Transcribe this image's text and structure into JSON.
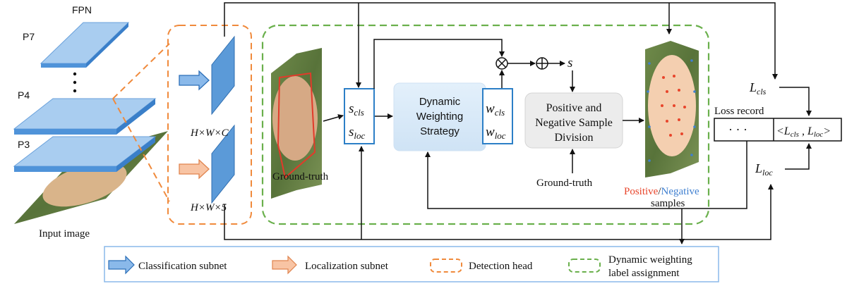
{
  "fpn": {
    "title": "FPN",
    "p7": "P7",
    "p4": "P4",
    "p3": "P3",
    "dots": "⋮"
  },
  "input_image_label": "Input image",
  "head": {
    "cls_shape": "H×W×C",
    "loc_shape": "H×W×5"
  },
  "ground_truth_img_label": "Ground-truth",
  "scores": {
    "s_base": "s",
    "cls_sub": "cls",
    "loc_sub": "loc"
  },
  "weights": {
    "w_base": "w",
    "cls_sub": "cls",
    "loc_sub": "loc"
  },
  "dynamic_box": {
    "line1": "Dynamic",
    "line2": "Weighting",
    "line3": "Strategy"
  },
  "division_box": {
    "line1": "Positive and",
    "line2": "Negative Sample",
    "line3": "Division"
  },
  "ops": {
    "multiply": "⊗",
    "add": "⊕",
    "s_label": "s"
  },
  "ground_truth_label": "Ground-truth",
  "samples": {
    "positive": "Positive",
    "slash": "/",
    "negative": "Negative",
    "samples": "samples"
  },
  "loss": {
    "record_title": "Loss record",
    "dots": "· · ·",
    "pair_left": "<L",
    "cls": "cls",
    "comma": " , L",
    "loc": "loc",
    "pair_right": ">",
    "l_base": "L"
  },
  "legend": {
    "classification": "Classification subnet",
    "localization": "Localization subnet",
    "detection_head": "Detection head",
    "dynamic_line1": "Dynamic weighting",
    "dynamic_line2": "label assignment"
  },
  "colors": {
    "blue_layer": "#8ab9ea",
    "orange_dash": "#f08a3c",
    "green_dash": "#6ab04c",
    "box_blue": "#2c7fc7",
    "red": "#e8452b",
    "neg_blue": "#3f7fd0"
  }
}
